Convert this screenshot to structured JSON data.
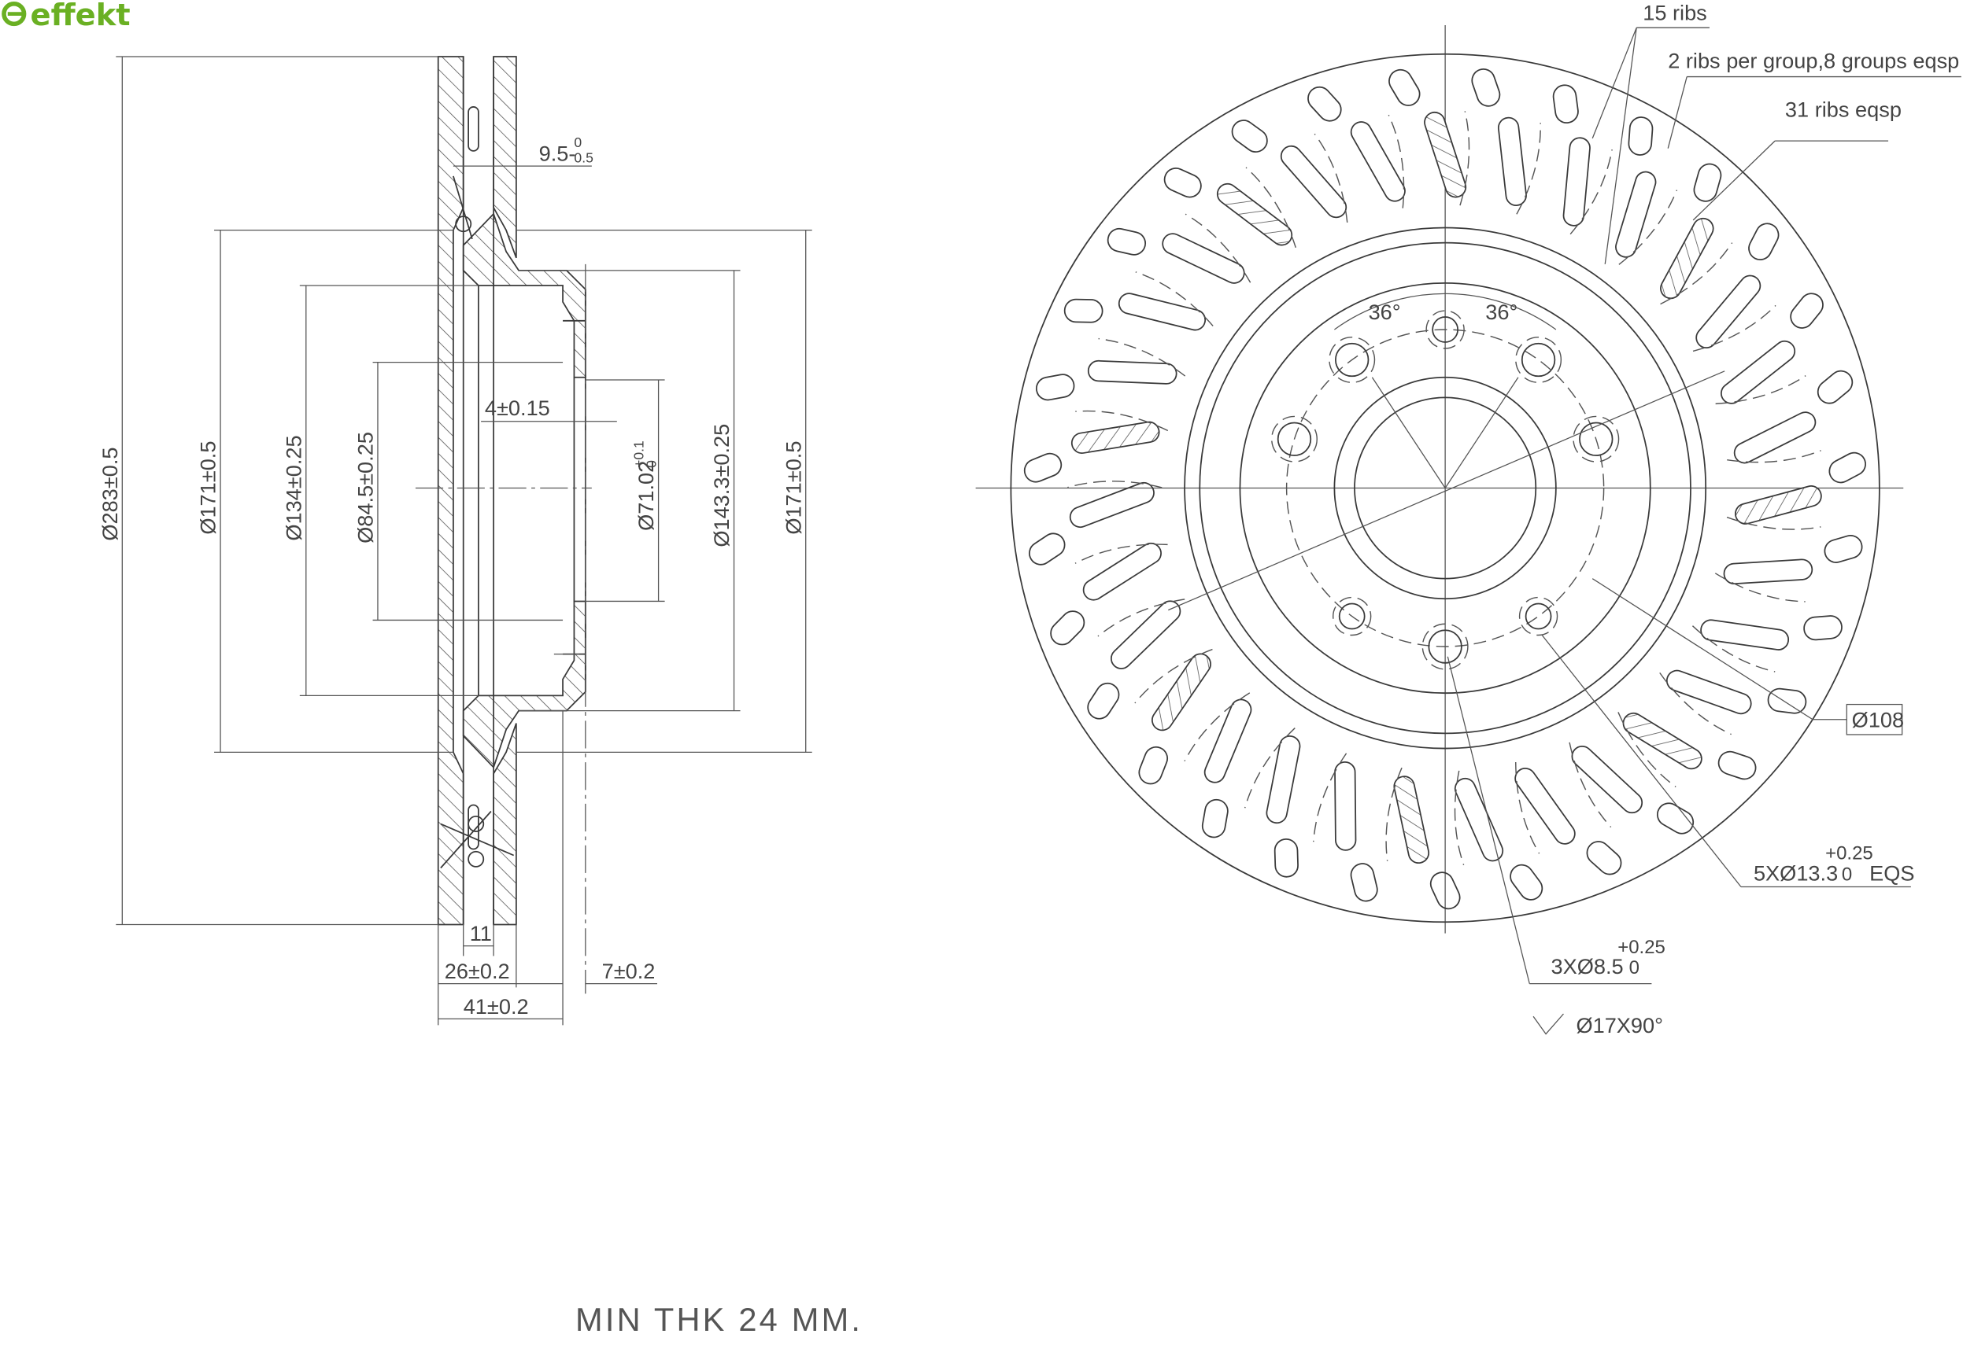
{
  "brand": {
    "logo_text": "effekt",
    "color": "#6ab023"
  },
  "section_view": {
    "dims": {
      "outer_dia": "Ø283±0.5",
      "hat_dia_left": "Ø171±0.5",
      "inner_dia": "Ø134±0.25",
      "bore_dia": "Ø84.5±0.25",
      "flange_thk": "4±0.15",
      "pilot_dia": "Ø71.02",
      "pilot_tol_upper": "+0.1",
      "pilot_tol_lower": "0",
      "hat_inner_dia": "Ø143.3±0.25",
      "hat_dia_right": "Ø171±0.5",
      "vane_gap": "9.5-",
      "vane_tol_upper": "0",
      "vane_tol_lower": "0.5",
      "channel_width": "11",
      "disc_thk": "26±0.2",
      "hat_flange_thk": "7±0.2",
      "overall_height": "41±0.2"
    },
    "note": "MIN THK 24 MM."
  },
  "front_view": {
    "notes": {
      "ribs_15": "15 ribs",
      "ribs_groups": "2 ribs per group,8 groups eqsp",
      "ribs_31": "31 ribs eqsp",
      "angle_left": "36°",
      "angle_right": "36°",
      "pcd": "Ø108",
      "bolt_holes": "5XØ13.3",
      "bolt_tol_upper": "+0.25",
      "bolt_tol_lower": "0",
      "bolt_suffix": "EQS",
      "small_holes": "3XØ8.5",
      "small_tol_upper": "+0.25",
      "small_tol_lower": "0",
      "countersink": "Ø17X90°"
    }
  }
}
